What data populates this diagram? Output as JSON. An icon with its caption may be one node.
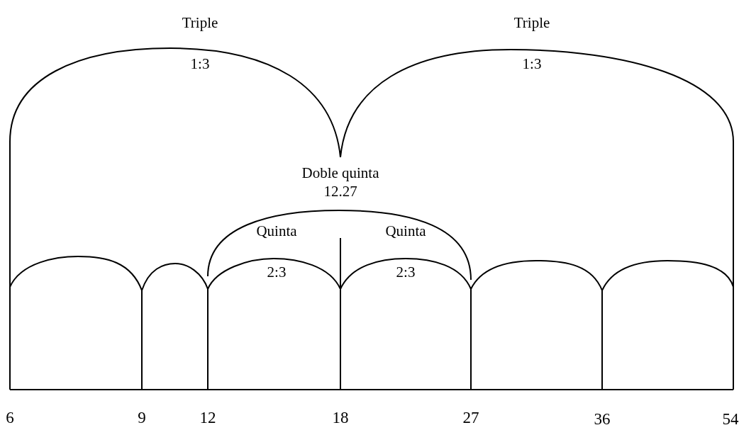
{
  "diagram": {
    "labels": [
      "Triple",
      "Triple",
      "1:3",
      "1:3",
      "Doble quinta",
      "12.27",
      "Quinta",
      "Quinta",
      "2:3",
      "2:3",
      "6",
      "9",
      "12",
      "18",
      "27",
      "36",
      "54"
    ]
  }
}
